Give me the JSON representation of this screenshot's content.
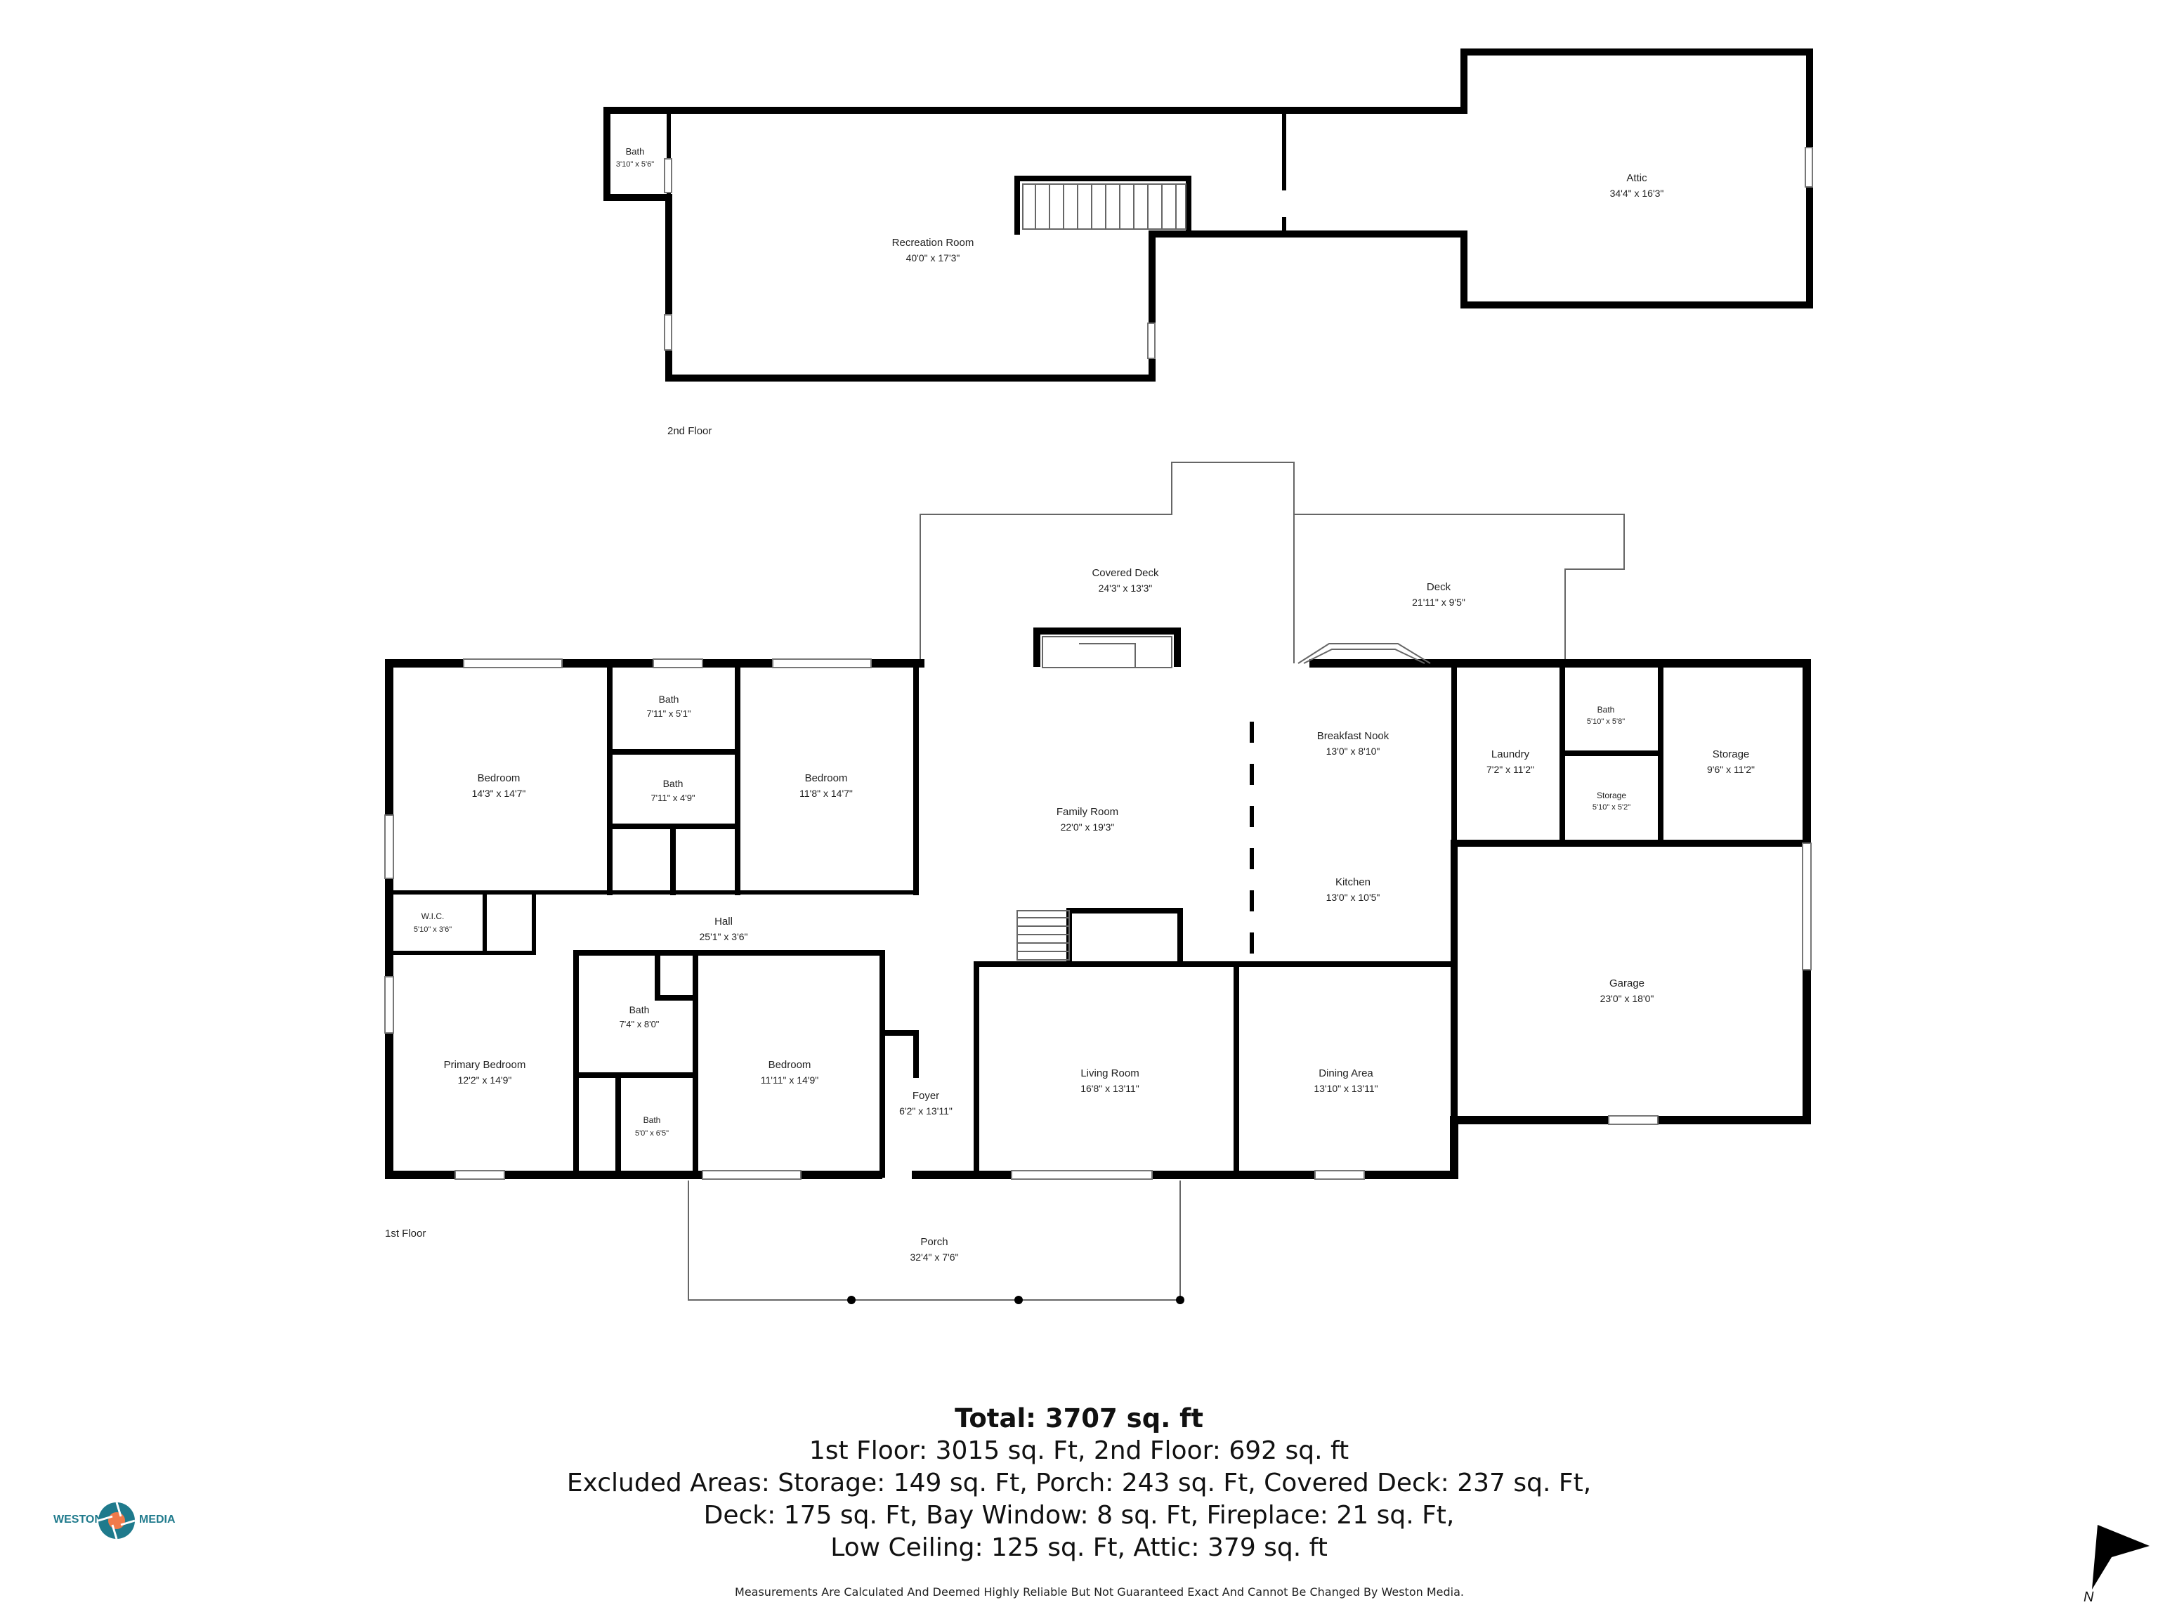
{
  "floors": {
    "second": {
      "label": "2nd Floor",
      "rooms": [
        {
          "name": "Bath",
          "size": "3'10\" x 5'6\""
        },
        {
          "name": "Recreation Room",
          "size": "40'0\" x 17'3\""
        },
        {
          "name": "Attic",
          "size": "34'4\" x 16'3\""
        }
      ]
    },
    "first": {
      "label": "1st Floor",
      "rooms": [
        {
          "name": "Covered Deck",
          "size": "24'3\" x 13'3\""
        },
        {
          "name": "Deck",
          "size": "21'11\" x 9'5\""
        },
        {
          "name": "Bedroom",
          "size": "14'3\" x 14'7\""
        },
        {
          "name": "Bath",
          "size": "7'11\" x 5'1\""
        },
        {
          "name": "Bath",
          "size": "7'11\" x 4'9\""
        },
        {
          "name": "Bedroom",
          "size": "11'8\" x 14'7\""
        },
        {
          "name": "Family Room",
          "size": "22'0\" x 19'3\""
        },
        {
          "name": "Breakfast Nook",
          "size": "13'0\" x 8'10\""
        },
        {
          "name": "Laundry",
          "size": "7'2\" x 11'2\""
        },
        {
          "name": "Bath",
          "size": "5'10\" x 5'8\""
        },
        {
          "name": "Storage",
          "size": "5'10\" x 5'2\""
        },
        {
          "name": "Storage",
          "size": "9'6\" x 11'2\""
        },
        {
          "name": "Kitchen",
          "size": "13'0\" x 10'5\""
        },
        {
          "name": "W.I.C.",
          "size": "5'10\" x 3'6\""
        },
        {
          "name": "Hall",
          "size": "25'1\" x 3'6\""
        },
        {
          "name": "Garage",
          "size": "23'0\" x 18'0\""
        },
        {
          "name": "Bath",
          "size": "7'4\" x 8'0\""
        },
        {
          "name": "Primary Bedroom",
          "size": "12'2\" x 14'9\""
        },
        {
          "name": "Bedroom",
          "size": "11'11\" x 14'9\""
        },
        {
          "name": "Living Room",
          "size": "16'8\" x 13'11\""
        },
        {
          "name": "Dining Area",
          "size": "13'10\" x 13'11\""
        },
        {
          "name": "Bath",
          "size": "5'0\" x 6'5\""
        },
        {
          "name": "Foyer",
          "size": "6'2\" x 13'11\""
        },
        {
          "name": "Porch",
          "size": "32'4\" x 7'6\""
        }
      ]
    }
  },
  "summary": {
    "total": "Total: 3707 sq. ft",
    "line1": "1st Floor: 3015 sq. Ft, 2nd Floor: 692 sq. ft",
    "line2": "Excluded Areas: Storage: 149 sq. Ft, Porch: 243 sq. Ft, Covered Deck: 237 sq. Ft,",
    "line3": "Deck: 175 sq. Ft, Bay Window: 8 sq. Ft, Fireplace: 21 sq. Ft,",
    "line4": "Low Ceiling: 125 sq. Ft, Attic: 379 sq. ft"
  },
  "disclaimer": "Measurements Are Calculated And Deemed Highly Reliable But Not Guaranteed Exact And Cannot Be Changed By Weston Media.",
  "logo": {
    "left": "WESTON",
    "right": "MEDIA",
    "color": "#1f7a8c",
    "icon": "camera-aperture-icon"
  },
  "compass": {
    "label": "N",
    "icon": "north-arrow-icon"
  }
}
